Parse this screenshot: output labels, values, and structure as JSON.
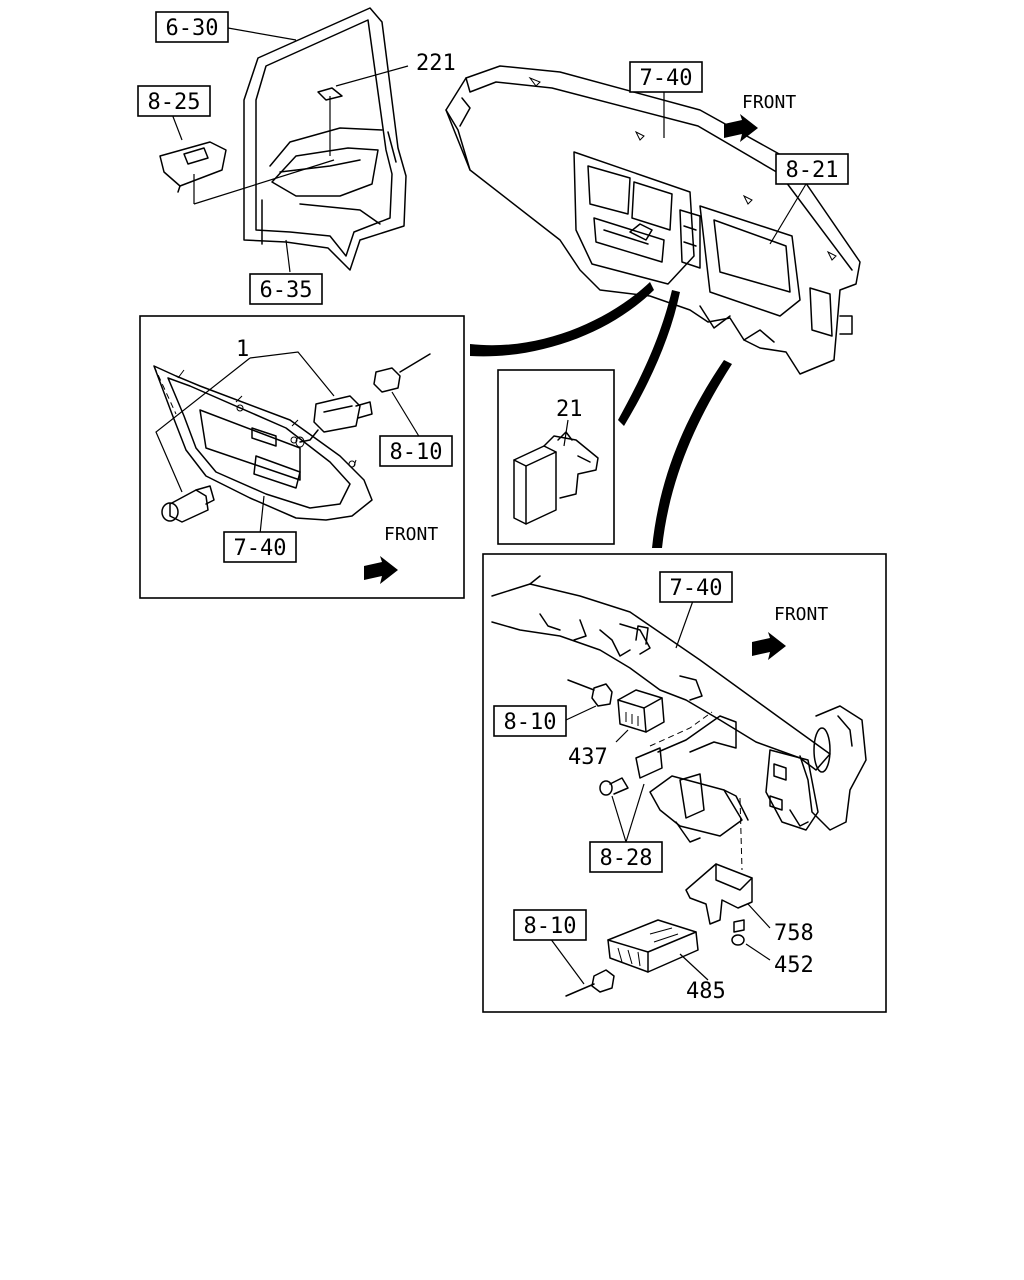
{
  "refs": {
    "r630": "6-30",
    "r825": "8-25",
    "r635": "6-35",
    "r740_top": "7-40",
    "r821": "8-21",
    "r810_left": "8-10",
    "r740_left": "7-40",
    "r740_right": "7-40",
    "r810_mid": "8-10",
    "r828": "8-28",
    "r810_low": "8-10"
  },
  "parts": {
    "p221": "221",
    "p1": "1",
    "p21": "21",
    "p437": "437",
    "p758": "758",
    "p452": "452",
    "p485": "485"
  },
  "front_labels": {
    "top": "FRONT",
    "left": "FRONT",
    "right": "FRONT"
  }
}
